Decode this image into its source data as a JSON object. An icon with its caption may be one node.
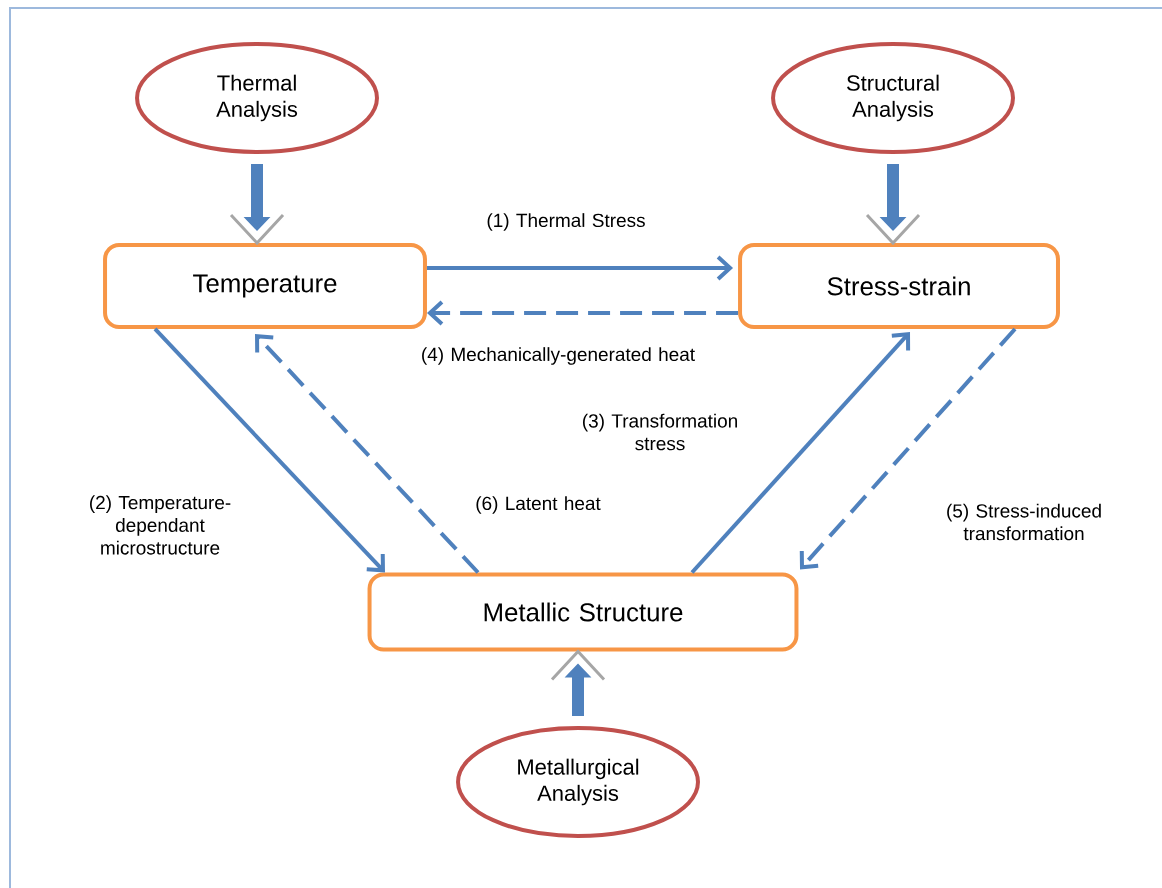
{
  "diagram": {
    "nodes": [
      {
        "text": [
          "Thermal Analysis"
        ]
      },
      {
        "text": [
          "Structural Analysis"
        ]
      },
      {
        "text": [
          "Temperature"
        ]
      },
      {
        "text": [
          "Stress-strain"
        ]
      },
      {
        "text": [
          "Metallic Structure"
        ]
      },
      {
        "text": [
          "Metallurgical Analysis"
        ]
      }
    ],
    "edges": [
      {
        "from": 0,
        "to": 2,
        "arrow": "to",
        "style": "thick"
      },
      {
        "from": 1,
        "to": 3,
        "arrow": "to",
        "style": "thick"
      },
      {
        "from": 5,
        "to": 4,
        "arrow": "to",
        "style": "thick"
      },
      {
        "from": 2,
        "to": 3,
        "arrow": "to",
        "label": "(1) Thermal Stress"
      },
      {
        "from": 3,
        "to": 2,
        "arrow": "to",
        "style": "dashed",
        "label": "(4) Mechanically-generated heat"
      },
      {
        "from": 2,
        "to": 4,
        "arrow": "to",
        "label": "(2) Temperature-dependant microstructure"
      },
      {
        "from": 4,
        "to": 2,
        "arrow": "to",
        "style": "dashed",
        "label": "(6) Latent heat"
      },
      {
        "from": 4,
        "to": 3,
        "arrow": "to",
        "label": "(3) Transformation stress"
      },
      {
        "from": 3,
        "to": 4,
        "arrow": "to",
        "style": "dashed",
        "label": "(5) Stress-induced transformation"
      }
    ]
  }
}
